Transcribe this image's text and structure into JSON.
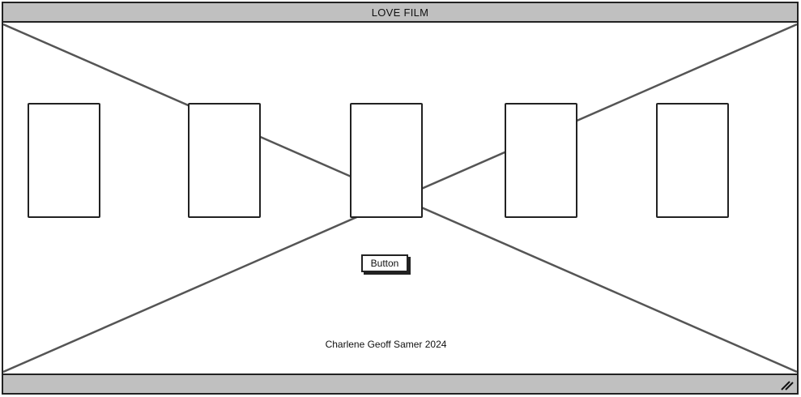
{
  "window": {
    "title": "LOVE FILM"
  },
  "hero": {
    "image_placeholder": "image-placeholder"
  },
  "gallery": {
    "items": [
      "thumbnail",
      "thumbnail",
      "thumbnail",
      "thumbnail",
      "thumbnail"
    ]
  },
  "actions": {
    "button_label": "Button"
  },
  "footer": {
    "credit": "Charlene Geoff Samer 2024"
  },
  "icons": {
    "resize": "resize-grip-icon"
  }
}
